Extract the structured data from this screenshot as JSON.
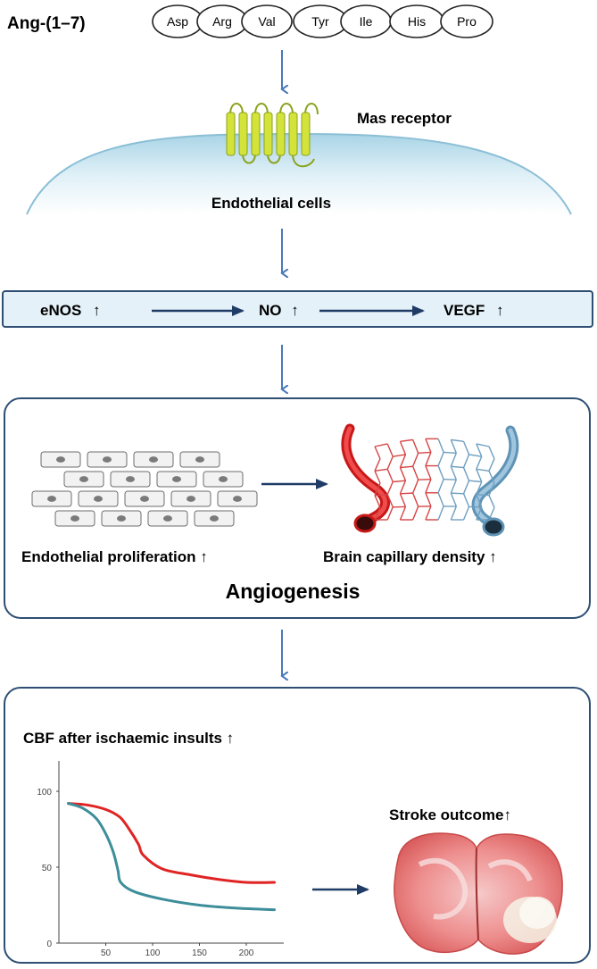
{
  "peptide": {
    "label": "Ang-(1–7)",
    "residues": [
      "Asp",
      "Arg",
      "Val",
      "Tyr",
      "Ile",
      "His",
      "Pro"
    ]
  },
  "receptor": {
    "label": "Mas receptor"
  },
  "cell": {
    "label": "Endothelial cells"
  },
  "signaling": {
    "steps": [
      {
        "label": "eNOS",
        "mark": "↑"
      },
      {
        "label": "NO",
        "mark": "↑"
      },
      {
        "label": "VEGF",
        "mark": "↑"
      }
    ]
  },
  "angiogenesis": {
    "title": "Angiogenesis",
    "left_label": "Endothelial proliferation ↑",
    "right_label": "Brain capillary density ↑"
  },
  "outcome": {
    "cbf_label": "CBF after ischaemic insults ↑",
    "stroke_label": "Stroke outcome↑"
  },
  "chart_data": {
    "type": "line",
    "title": "",
    "xlabel": "",
    "ylabel": "",
    "xticks": [
      50,
      100,
      150,
      200
    ],
    "yticks": [
      0,
      50,
      100
    ],
    "xlim": [
      0,
      240
    ],
    "ylim": [
      0,
      120
    ],
    "grid": false,
    "series": [
      {
        "color": "#e02424",
        "x": [
          10,
          30,
          50,
          65,
          75,
          85,
          90,
          110,
          140,
          170,
          200,
          230
        ],
        "y": [
          92,
          91,
          88,
          83,
          75,
          65,
          58,
          49,
          45,
          42,
          40,
          40
        ]
      },
      {
        "color": "#3d8e9a",
        "x": [
          10,
          25,
          40,
          50,
          58,
          63,
          66,
          80,
          110,
          150,
          190,
          230
        ],
        "y": [
          92,
          89,
          82,
          72,
          60,
          48,
          40,
          34,
          29,
          25,
          23,
          22
        ]
      }
    ]
  }
}
